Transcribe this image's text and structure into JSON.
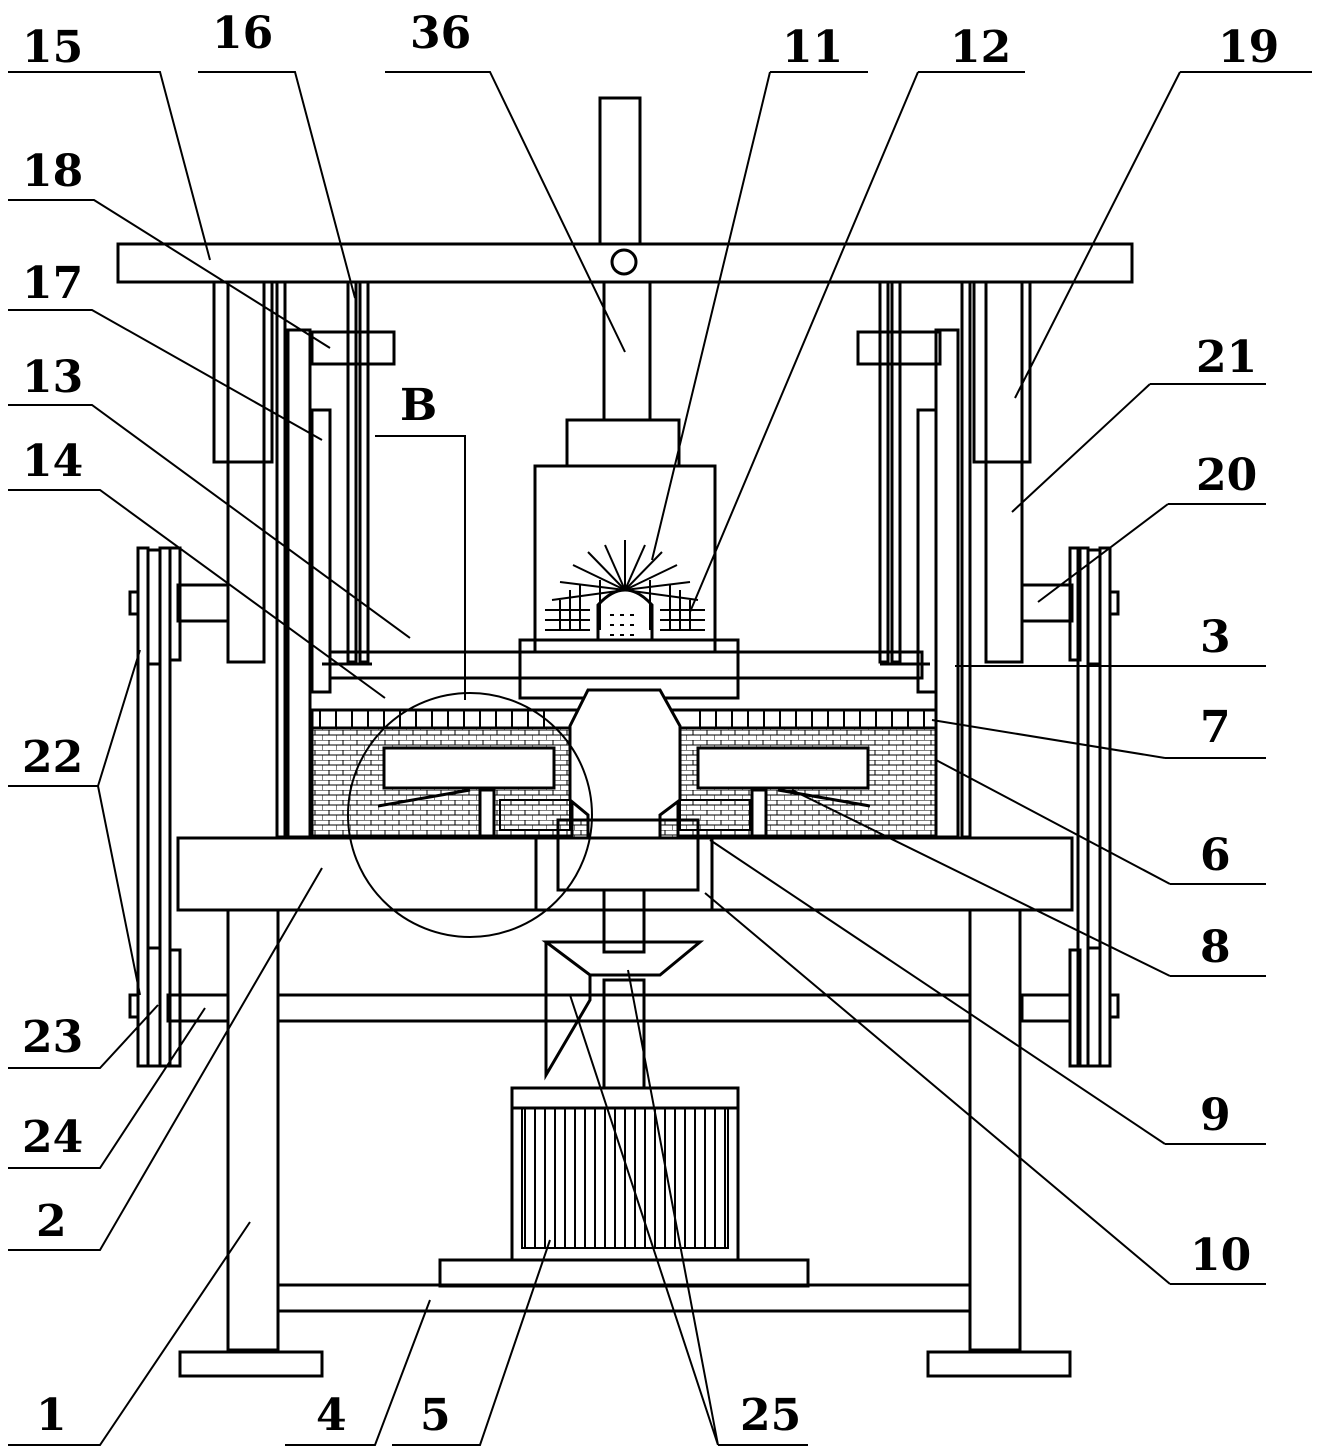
{
  "figure": {
    "labels": [
      {
        "id": "15",
        "text": "15"
      },
      {
        "id": "16",
        "text": "16"
      },
      {
        "id": "36",
        "text": "36"
      },
      {
        "id": "11",
        "text": "11"
      },
      {
        "id": "12",
        "text": "12"
      },
      {
        "id": "19",
        "text": "19"
      },
      {
        "id": "18",
        "text": "18"
      },
      {
        "id": "17",
        "text": "17"
      },
      {
        "id": "13",
        "text": "13"
      },
      {
        "id": "14",
        "text": "14"
      },
      {
        "id": "B",
        "text": "B"
      },
      {
        "id": "21",
        "text": "21"
      },
      {
        "id": "20",
        "text": "20"
      },
      {
        "id": "3",
        "text": "3"
      },
      {
        "id": "7",
        "text": "7"
      },
      {
        "id": "22",
        "text": "22"
      },
      {
        "id": "6",
        "text": "6"
      },
      {
        "id": "8",
        "text": "8"
      },
      {
        "id": "23",
        "text": "23"
      },
      {
        "id": "24",
        "text": "24"
      },
      {
        "id": "9",
        "text": "9"
      },
      {
        "id": "2",
        "text": "2"
      },
      {
        "id": "10",
        "text": "10"
      },
      {
        "id": "1",
        "text": "1"
      },
      {
        "id": "4",
        "text": "4"
      },
      {
        "id": "5",
        "text": "5"
      },
      {
        "id": "25",
        "text": "25"
      }
    ]
  }
}
